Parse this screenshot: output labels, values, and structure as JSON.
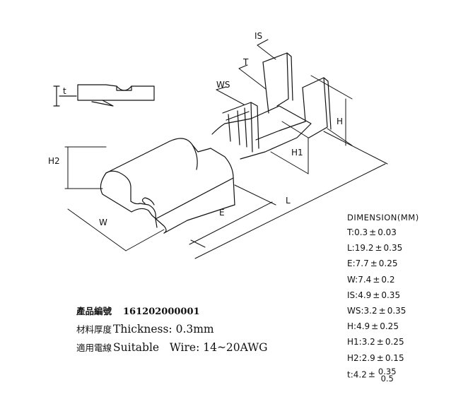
{
  "labels": {
    "IS": "IS",
    "T": "T",
    "WS": "WS",
    "t": "t",
    "H": "H",
    "H1": "H1",
    "H2": "H2",
    "L": "L",
    "E": "E",
    "W": "W"
  },
  "dimensions": {
    "title": "DIMENSIΟN(MM)",
    "rows": [
      {
        "label": "T:",
        "value": "0.3",
        "pm": "±",
        "tol": "0.03"
      },
      {
        "label": "L:",
        "value": "19.2",
        "pm": "±",
        "tol": "0.35"
      },
      {
        "label": "E:",
        "value": "7.7",
        "pm": "±",
        "tol": "0.25"
      },
      {
        "label": "W:",
        "value": "7.4",
        "pm": "±",
        "tol": "0.2"
      },
      {
        "label": "IS:",
        "value": "4.9",
        "pm": "±",
        "tol": "0.35"
      },
      {
        "label": "WS:",
        "value": "3.2",
        "pm": "±",
        "tol": "0.35"
      },
      {
        "label": "H:",
        "value": "4.9",
        "pm": "±",
        "tol": "0.25"
      },
      {
        "label": "H1:",
        "value": "3.2",
        "pm": "±",
        "tol": "0.25"
      },
      {
        "label": "H2:",
        "value": "2.9",
        "pm": "±",
        "tol": "0.15"
      }
    ],
    "t_row": {
      "label": "t:",
      "value": "4.2",
      "pm": "±",
      "tol_upper": "0.35",
      "tol_lower": "0.5"
    }
  },
  "spec": {
    "part_label": "產品編號",
    "part_number": "161202000001",
    "thickness_label_zh": "材料厚度",
    "thickness_text": "Thickness: 0.3mm",
    "wire_label_zh": "適用電線",
    "wire_text": "Suitable   Wire: 14~20AWG"
  }
}
